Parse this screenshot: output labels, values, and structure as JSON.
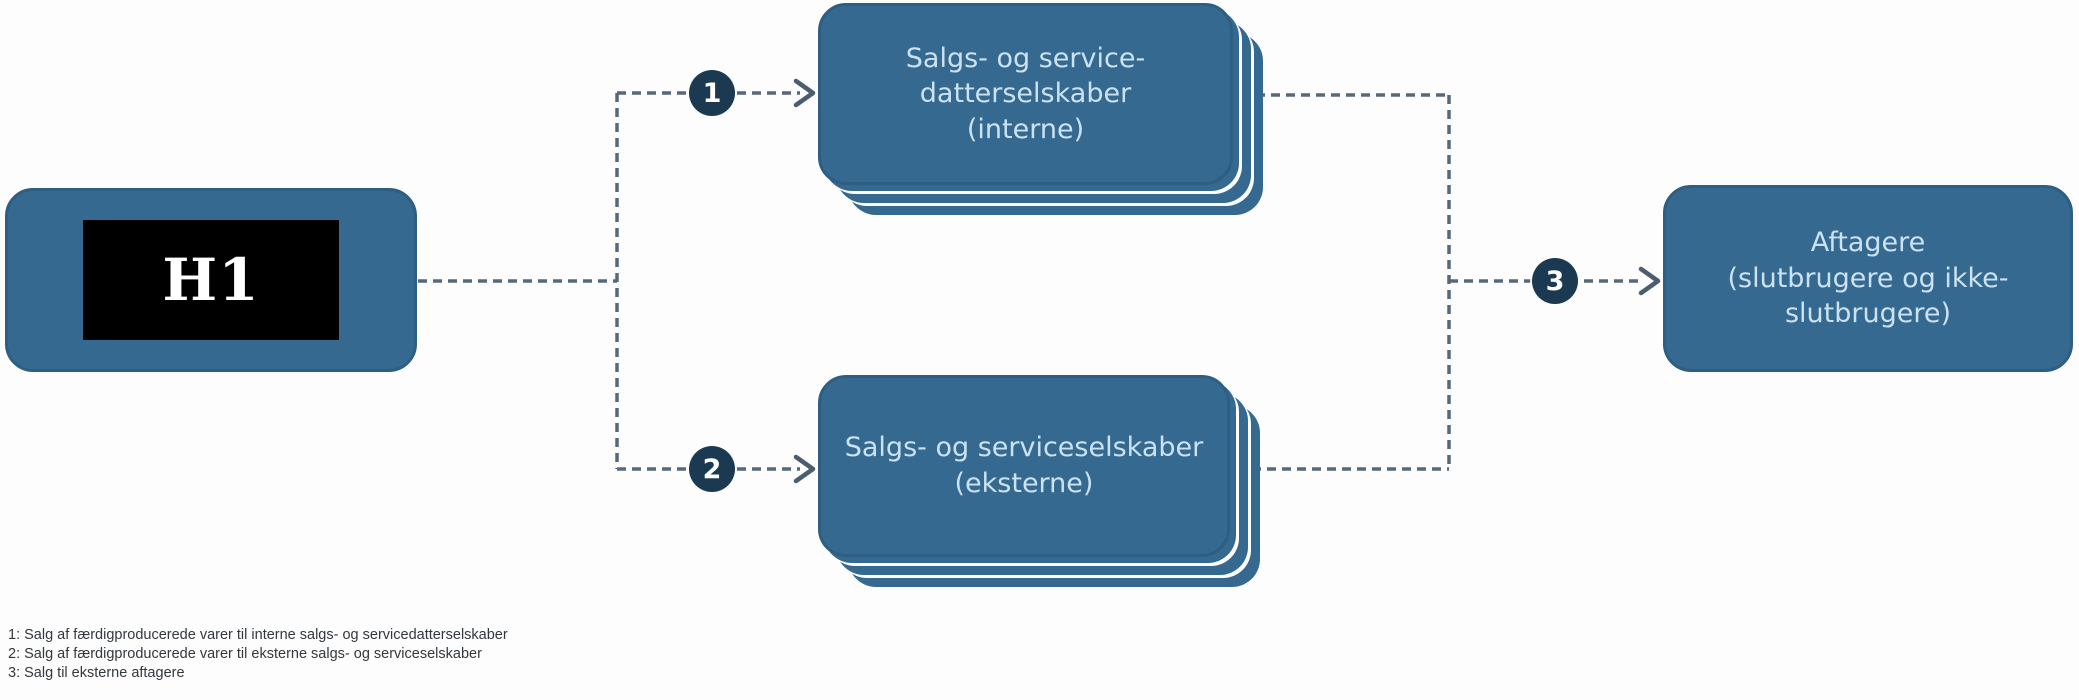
{
  "diagram": {
    "nodes": {
      "h1": {
        "label": "H1"
      },
      "internal_subsidiaries": {
        "text": "Salgs- og service-\ndatterselskaber\n(interne)"
      },
      "external_companies": {
        "text": "Salgs- og serviceselskaber\n(eksterne)"
      },
      "buyers": {
        "text": "Aftagere\n(slutbrugere og ikke-\nslutbrugere)"
      }
    },
    "markers": {
      "m1": "1",
      "m2": "2",
      "m3": "3"
    },
    "legend": {
      "line1": "1: Salg af færdigproducerede varer til interne salgs- og servicedatterselskaber",
      "line2": "2: Salg af færdigproducerede varer til eksterne salgs- og serviceselskaber",
      "line3": "3: Salg til eksterne aftagere"
    },
    "colors": {
      "box_fill": "#35698F",
      "box_border": "#2E5E81",
      "box_text": "#CBE2F2",
      "marker_fill": "#1B3A52",
      "marker_text": "#FFFFFF",
      "dash_line": "#56687A",
      "legend_text": "#33383D",
      "h1_plate": "#000000",
      "h1_text": "#FFFFFF"
    }
  }
}
